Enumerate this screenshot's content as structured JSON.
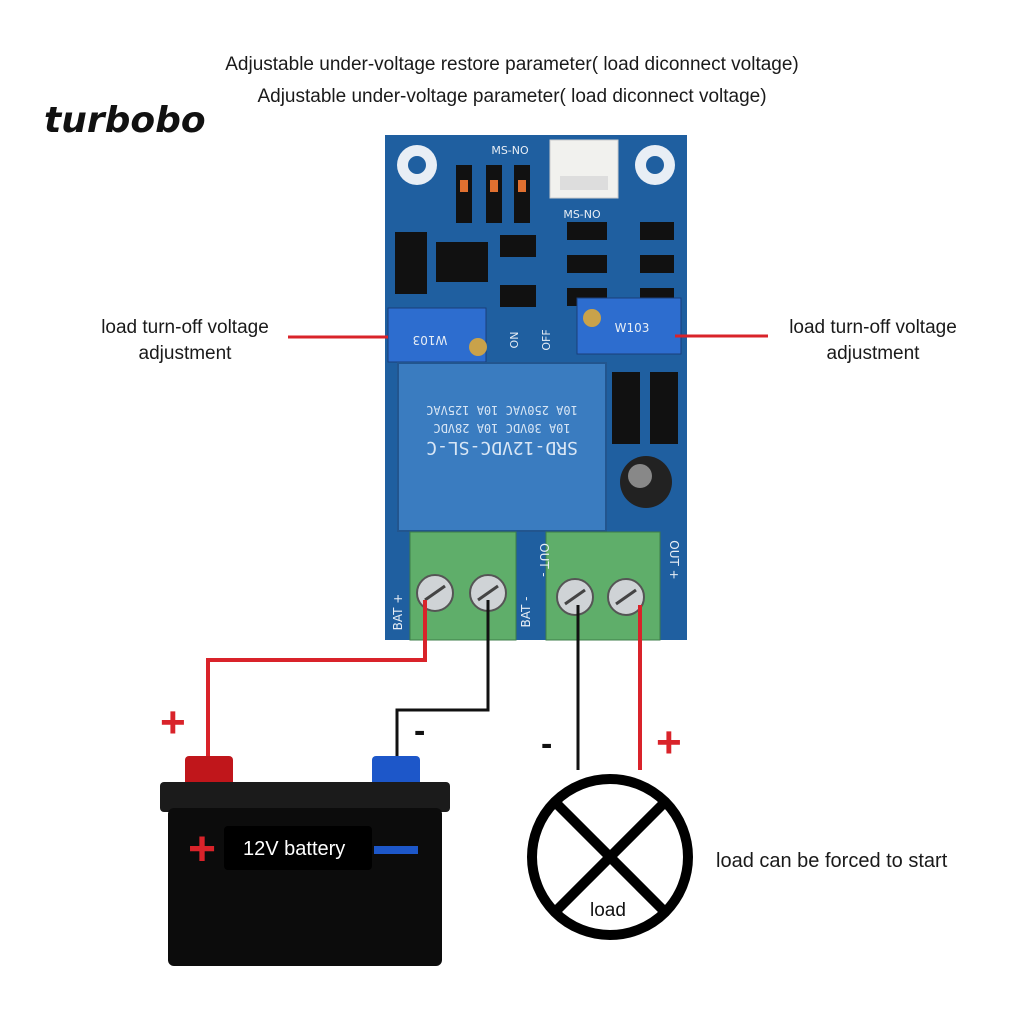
{
  "brand": {
    "logo_text": "turbobo"
  },
  "header": {
    "line1": "Adjustable under-voltage restore parameter( load diconnect voltage)",
    "line2": "Adjustable under-voltage parameter( load diconnect voltage)"
  },
  "callouts": {
    "left_line1": "load turn-off voltage",
    "left_line2": "adjustment",
    "right_line1": "load turn-off voltage",
    "right_line2": "adjustment",
    "load_forced": "load can be forced to start"
  },
  "board": {
    "relay_model": "SRD-12VDC-SL-C",
    "relay_spec1": "10A 250VAC 10A 125VAC",
    "relay_spec2": "10A 30VDC 10A 28VDC",
    "pot_label": "W103",
    "ms_no": "MS-NO",
    "bat_plus": "BAT +",
    "bat_minus": "BAT -",
    "out_minus": "OUT -",
    "out_plus": "OUT +",
    "off_label": "OFF",
    "on_label": "ON"
  },
  "battery": {
    "label": "12V battery",
    "plus_sign": "+",
    "minus_sign": "-"
  },
  "wires": {
    "plus_left": "+",
    "minus_left": "-",
    "minus_right": "-",
    "plus_right": "+"
  },
  "load": {
    "label": "load"
  },
  "colors": {
    "board": "#1f5fa0",
    "relay": "#3a7cc0",
    "terminal": "#5fae6a",
    "wire_red": "#d9232a",
    "battery_plus": "#d9232a",
    "battery_minus": "#1d57c9"
  }
}
